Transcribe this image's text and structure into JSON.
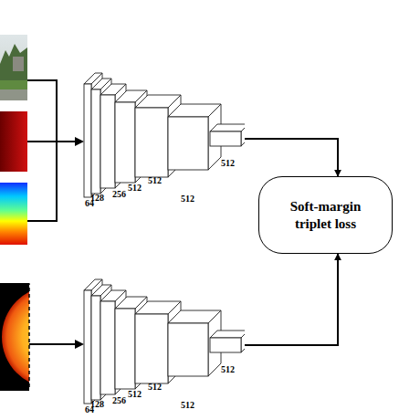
{
  "diagram": {
    "nodes": [
      {
        "text": [
          "64",
          "128",
          "256",
          "512",
          "512",
          "512",
          "512"
        ]
      },
      {
        "text": [
          "Soft-margin triplet loss"
        ]
      },
      {
        "text": [
          "64",
          "128",
          "256",
          "512",
          "512",
          "512",
          "512"
        ]
      }
    ],
    "edges": [
      {
        "from": 0,
        "to": 1,
        "arrow": "to"
      },
      {
        "from": 2,
        "to": 1,
        "arrow": "to"
      }
    ]
  }
}
